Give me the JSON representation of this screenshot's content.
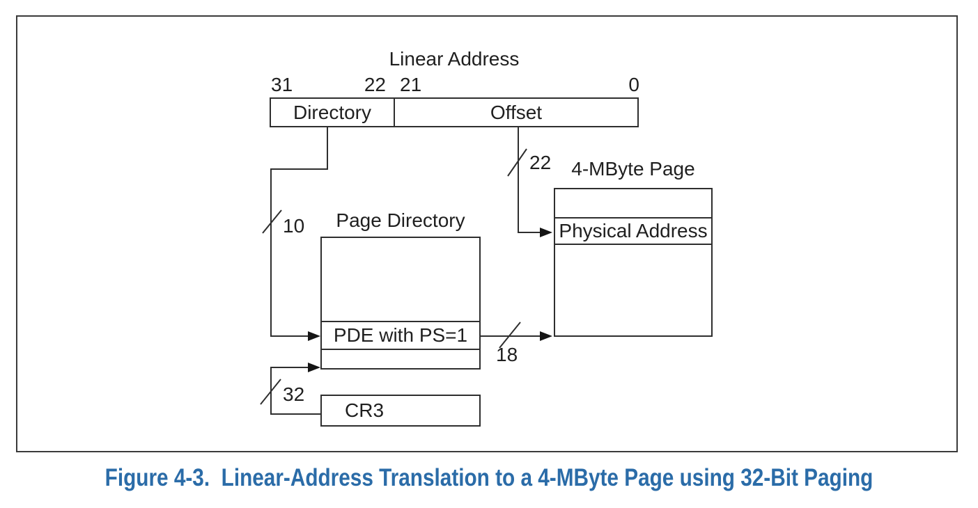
{
  "caption": {
    "text": "Figure 4-3.  Linear-Address Translation to a 4-MByte Page using 32-Bit Paging"
  },
  "linear_address": {
    "title": "Linear Address",
    "bit_31": "31",
    "bit_22": "22",
    "bit_21": "21",
    "bit_0": "0",
    "directory_label": "Directory",
    "offset_label": "Offset"
  },
  "page_directory": {
    "title": "Page Directory",
    "entry_label": "PDE with PS=1"
  },
  "mbyte_page": {
    "title": "4-MByte Page",
    "entry_label": "Physical Address"
  },
  "cr3": {
    "label": "CR3"
  },
  "bus_widths": {
    "directory_bits": "10",
    "offset_bits": "22",
    "pde_bits": "18",
    "cr3_bits": "32"
  },
  "colors": {
    "line": "#2e2e2e",
    "caption": "#2b6ca8",
    "background": "#ffffff"
  }
}
